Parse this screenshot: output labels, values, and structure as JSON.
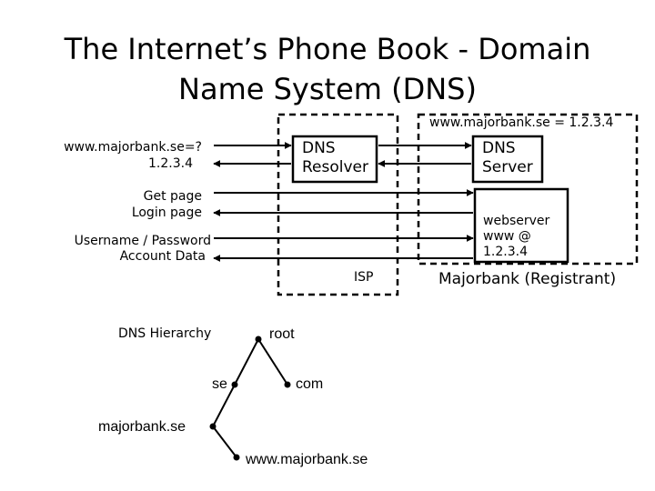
{
  "slide": {
    "title_line1": "The Internet’s Phone Book - Domain",
    "title_line2": "Name System (DNS)"
  },
  "client": {
    "query_line1": "www.majorbank.se=?",
    "query_line2": "1.2.3.4",
    "get_page": "Get page",
    "login_page": "Login page",
    "username_password": "Username / Password",
    "account_data": "Account Data"
  },
  "isp": {
    "label": "ISP",
    "resolver_line1": "DNS",
    "resolver_line2": "Resolver"
  },
  "registrant": {
    "record": "www.majorbank.se = 1.2.3.4",
    "dns_server_line1": "DNS",
    "dns_server_line2": "Server",
    "webserver_line1": "webserver",
    "webserver_line2": "www @",
    "webserver_line3": "1.2.3.4",
    "label": "Majorbank (Registrant)"
  },
  "hierarchy": {
    "title": "DNS Hierarchy",
    "nodes": [
      "root",
      "se",
      "com",
      "majorbank.se",
      "www.majorbank.se"
    ]
  },
  "colors": {
    "ink": "#000000",
    "background": "#ffffff"
  }
}
